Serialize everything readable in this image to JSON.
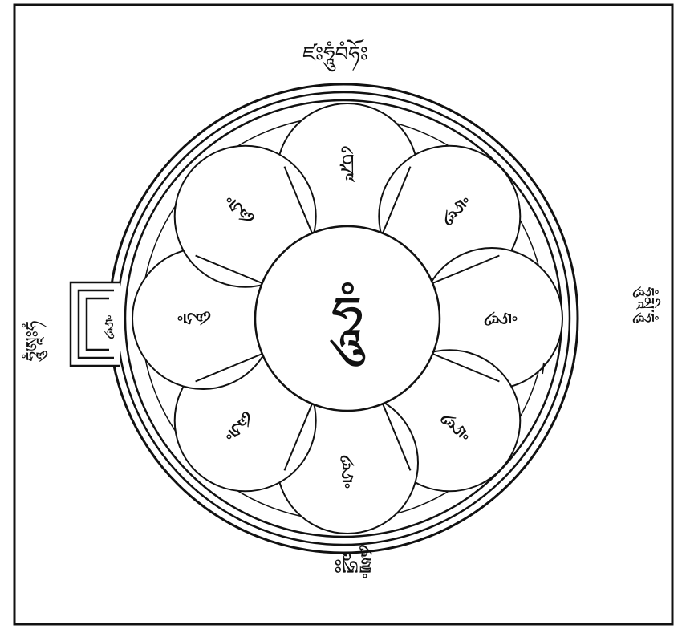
{
  "colors": {
    "ink": "#111111",
    "paper": "#ffffff"
  },
  "outer_labels": {
    "top": "ཛཿཧཱུཾབཾཧོཿ",
    "right": "ཧཱུཾམཱི་ཧཱུཾ",
    "bottom": "བྷྲཱུཾཨཱཿ",
    "left": "ཧཱུཾཨཱཿཧཾ"
  },
  "gate_syllable": "ཧཱུཾ",
  "center_syllable": "ཧཱུཾ",
  "petals": [
    {
      "position": "top",
      "syllable": "ཤྲཱི"
    },
    {
      "position": "top-right",
      "syllable": "ཧཱུཾ"
    },
    {
      "position": "right",
      "syllable": "ཧཱུཾ"
    },
    {
      "position": "bottom-right",
      "syllable": "ཧཱུཾ"
    },
    {
      "position": "bottom",
      "syllable": "ཧཱུཾ"
    },
    {
      "position": "bottom-left",
      "syllable": "ཧཱུཾ"
    },
    {
      "position": "left",
      "syllable": "ཧཱུཾ"
    },
    {
      "position": "top-left",
      "syllable": "ཧཱུཾ"
    }
  ]
}
